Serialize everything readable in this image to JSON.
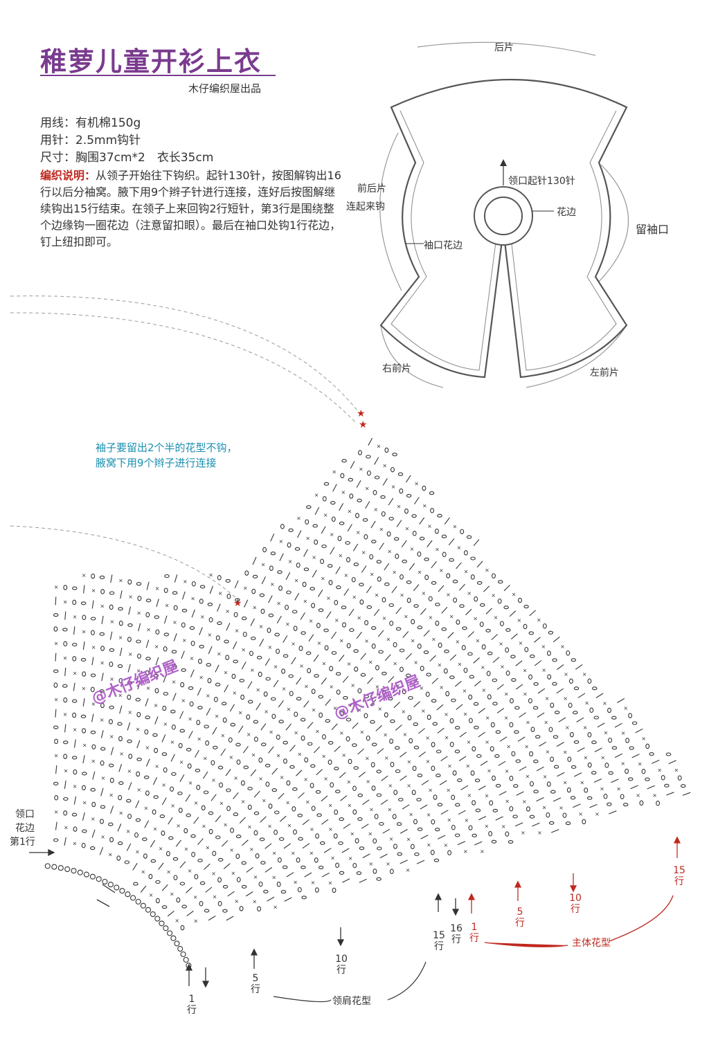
{
  "title": "稚萝儿童开衫上衣",
  "subtitle": "木仔编织屋出品",
  "specs": {
    "yarn": "用线：有机棉150g",
    "hook": "用针：2.5mm钩针",
    "size": "尺寸：胸围37cm*2　衣长35cm"
  },
  "instructions": {
    "heading": "编织说明：",
    "text": "从领子开始往下钩织。起针130针，按图解钩出16行以后分袖窝。腋下用9个辫子针进行连接，连好后按图解继续钩出15行结束。在领子上来回钩2行短针，第3行是围绕整个边缘钩一圈花边（注意留扣眼）。最后在袖口处钩1行花边，钉上纽扣即可。"
  },
  "schematic": {
    "back": "后片",
    "front_back_join_1": "前后片",
    "front_back_join_2": "连起来钩",
    "neck_start": "领口起针130针",
    "edging": "花边",
    "sleeve_edge": "袖口花边",
    "sleeve_opening": "留袖口",
    "right_front": "右前片",
    "left_front": "左前片"
  },
  "note": {
    "line1": "袖子要留出2个半的花型不钩，",
    "line2": "腋窝下用9个辫子进行连接"
  },
  "watermark": "@木仔编织屋",
  "chart_labels": {
    "neck_edge_1": "领口",
    "neck_edge_2": "花边",
    "neck_edge_3": "第1行",
    "row1": "1",
    "row1_unit": "行",
    "row5": "5",
    "row5_unit": "行",
    "row10": "10",
    "row10_unit": "行",
    "row15": "15",
    "row15_unit": "行",
    "row16": "16",
    "row16_unit": "行",
    "shoulder_pattern": "领肩花型",
    "main_row1": "1",
    "main_row1_unit": "行",
    "main_row5": "5",
    "main_row5_unit": "行",
    "main_row10": "10",
    "main_row10_unit": "行",
    "main_row15": "15",
    "main_row15_unit": "行",
    "main_pattern": "主体花型"
  },
  "colors": {
    "title": "#7a3b8f",
    "accent_red": "#c0281f",
    "note_blue": "#1a8fb0",
    "watermark": "#b063c9"
  }
}
